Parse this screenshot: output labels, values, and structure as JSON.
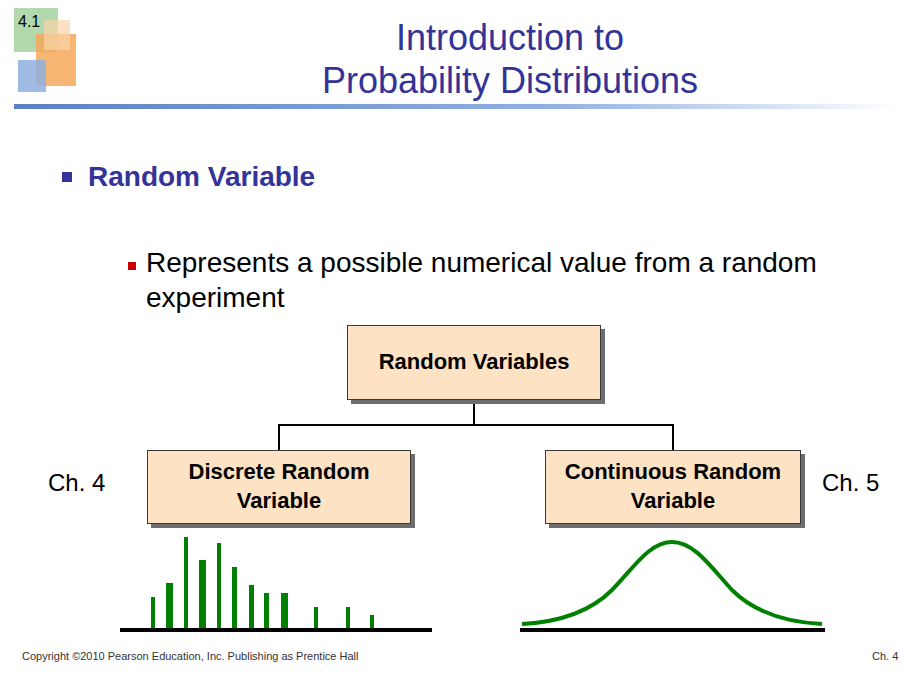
{
  "diagram": {
    "title": "Introduction to Probability Distributions",
    "nodes": [
      {
        "text": [
          "Random Variables"
        ]
      },
      {
        "text": [
          "Discrete Random Variable"
        ]
      },
      {
        "text": [
          "Continuous Random Variable"
        ]
      }
    ],
    "edges": [
      {
        "from": 0,
        "to": 1,
        "arrow": "none"
      },
      {
        "from": 0,
        "to": 2,
        "arrow": "none"
      }
    ],
    "labels": [
      "4.1",
      "Random Variable",
      "Represents a possible numerical value from a random experiment",
      "Ch. 4",
      "Ch. 5",
      "Copyright ©2010 Pearson Education, Inc. Publishing as Prentice Hall",
      "Ch. 4"
    ]
  }
}
